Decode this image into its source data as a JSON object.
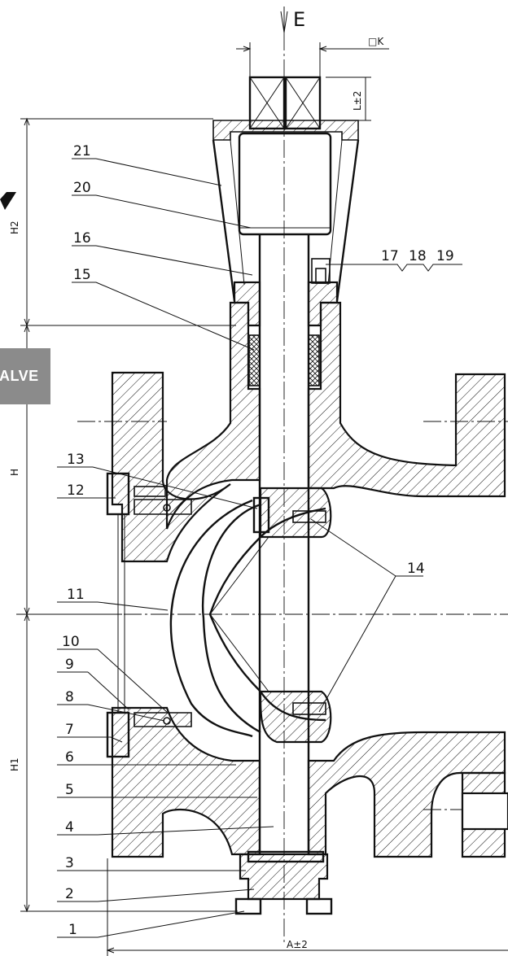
{
  "drawing": {
    "view_arrow_label": "E",
    "square_label": "□K",
    "tolerance_L": "L±2",
    "dimensions": {
      "H2": "H2",
      "H": "H",
      "H1": "H1",
      "A": "A±2"
    },
    "part_numbers": [
      "1",
      "2",
      "3",
      "4",
      "5",
      "6",
      "7",
      "8",
      "9",
      "10",
      "11",
      "12",
      "13",
      "14",
      "15",
      "16",
      "17",
      "18",
      "19",
      "20",
      "21"
    ],
    "watermark_fragment": "ALVE"
  }
}
